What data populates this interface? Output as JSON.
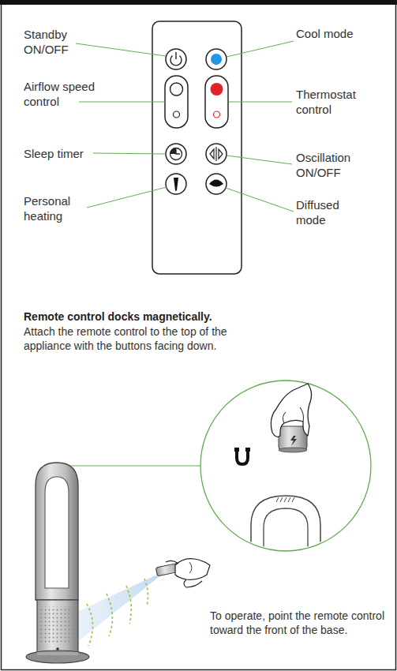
{
  "diagram": {
    "labels": [
      "Standby ON/OFF",
      "Cool mode",
      "Airflow speed control",
      "Thermostat control",
      "Sleep timer",
      "Oscillation ON/OFF",
      "Personal heating",
      "Diffused mode",
      "Remote control docks magnetically.",
      "Attach the remote control to the top of the appliance with the buttons facing down.",
      "To operate, point the remote control toward the front of the base."
    ]
  }
}
